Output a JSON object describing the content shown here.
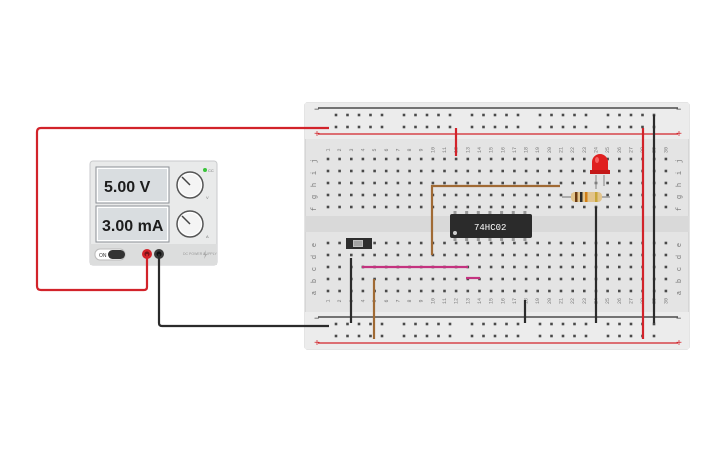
{
  "power_supply": {
    "voltage": "5.00 V",
    "current": "3.00 mA",
    "on_label": "ON",
    "brand": "DC POWER SUPPLY"
  },
  "chip": {
    "label": "74HC02"
  },
  "breadboard": {
    "columns": 30,
    "top_rows": [
      "j",
      "i",
      "h",
      "g",
      "f"
    ],
    "bottom_rows": [
      "e",
      "d",
      "c",
      "b",
      "a"
    ],
    "rail_plus": "+",
    "rail_minus": "−"
  },
  "colors": {
    "wire_red": "#d2232a",
    "wire_black": "#2b2b2b",
    "wire_brown": "#a06a34",
    "wire_pink": "#c4337f",
    "breadboard": "#e6e6e6",
    "led": "#e02020",
    "power_supply_body": "#e9eaea",
    "display_bg": "#d9dde0"
  },
  "icons": {
    "voltage_knob": "knob-icon",
    "current_knob": "knob-icon",
    "led": "led-icon",
    "resistor": "resistor-icon",
    "switch": "slide-switch-icon"
  }
}
